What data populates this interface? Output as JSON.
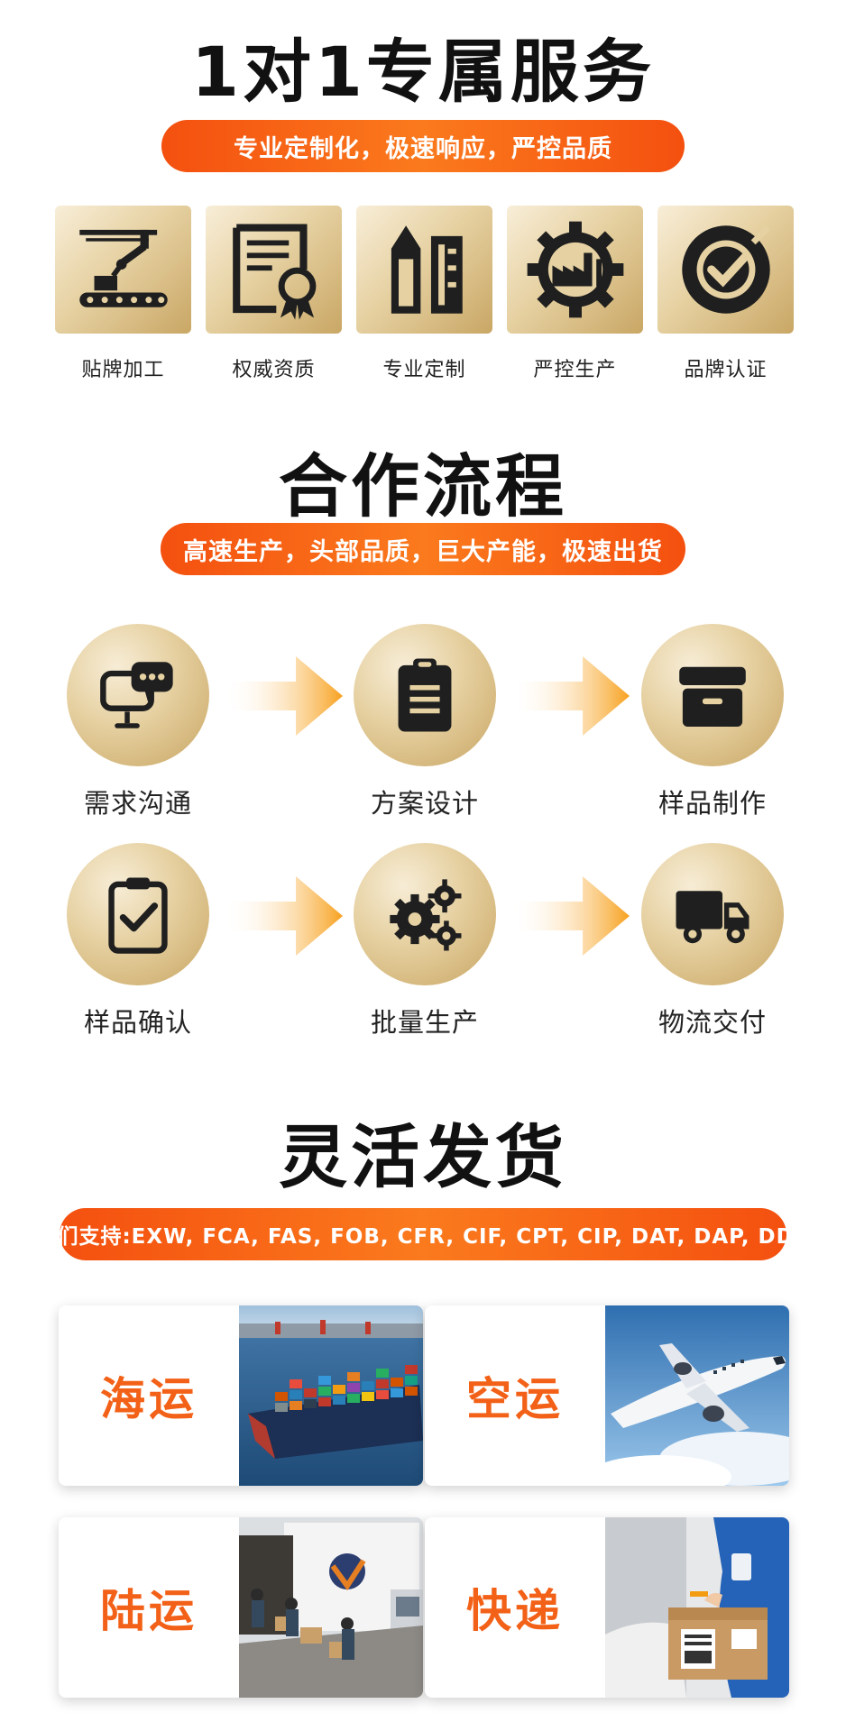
{
  "service": {
    "title": "1对1专属服务",
    "subtitle": "专业定制化，极速响应，严控品质",
    "features": [
      {
        "label": "贴牌加工",
        "icon": "robot-arm-conveyor-icon"
      },
      {
        "label": "权威资质",
        "icon": "certificate-icon"
      },
      {
        "label": "专业定制",
        "icon": "pencil-ruler-icon"
      },
      {
        "label": "严控生产",
        "icon": "factory-gear-icon"
      },
      {
        "label": "品牌认证",
        "icon": "check-badge-icon"
      }
    ]
  },
  "process": {
    "title": "合作流程",
    "subtitle": "高速生产，头部品质，巨大产能，极速出货",
    "steps": [
      {
        "label": "需求沟通",
        "icon": "chat-monitor-icon"
      },
      {
        "label": "方案设计",
        "icon": "clipboard-icon"
      },
      {
        "label": "样品制作",
        "icon": "box-icon"
      },
      {
        "label": "样品确认",
        "icon": "clipboard-check-icon"
      },
      {
        "label": "批量生产",
        "icon": "gears-icon"
      },
      {
        "label": "物流交付",
        "icon": "truck-icon"
      }
    ]
  },
  "shipping": {
    "title": "灵活发货",
    "subtitle": "我们支持:EXW, FCA, FAS, FOB, CFR, CIF, CPT, CIP, DAT, DAP, DDP",
    "methods": [
      {
        "label": "海运",
        "image": "container-ship-photo"
      },
      {
        "label": "空运",
        "image": "airplane-photo"
      },
      {
        "label": "陆运",
        "image": "delivery-truck-photo"
      },
      {
        "label": "快递",
        "image": "courier-package-photo"
      }
    ]
  },
  "colors": {
    "accent": "#f26117",
    "gold": "#d4b57a",
    "dark": "#222222"
  }
}
